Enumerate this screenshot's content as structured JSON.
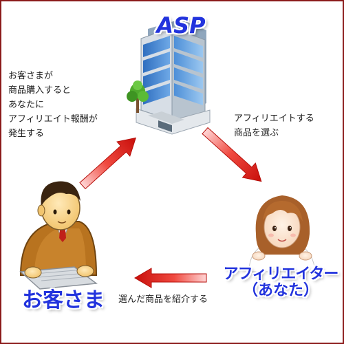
{
  "nodes": {
    "asp": {
      "label": "ASP"
    },
    "customer": {
      "label": "お客さま"
    },
    "affiliate": {
      "label_line1": "アフィリエイター",
      "label_line2": "（あなた）"
    }
  },
  "notes": {
    "left": [
      "お客さまが",
      "商品購入すると",
      "あなたに",
      "アフィリエイト報酬が",
      "発生する"
    ],
    "right": [
      "アフィリエイトする",
      "商品を選ぶ"
    ],
    "bottom": "選んだ商品を紹介する"
  },
  "colors": {
    "accent_text": "#2233dd",
    "arrow": "#e0201a",
    "border": "#8b1a1a"
  }
}
